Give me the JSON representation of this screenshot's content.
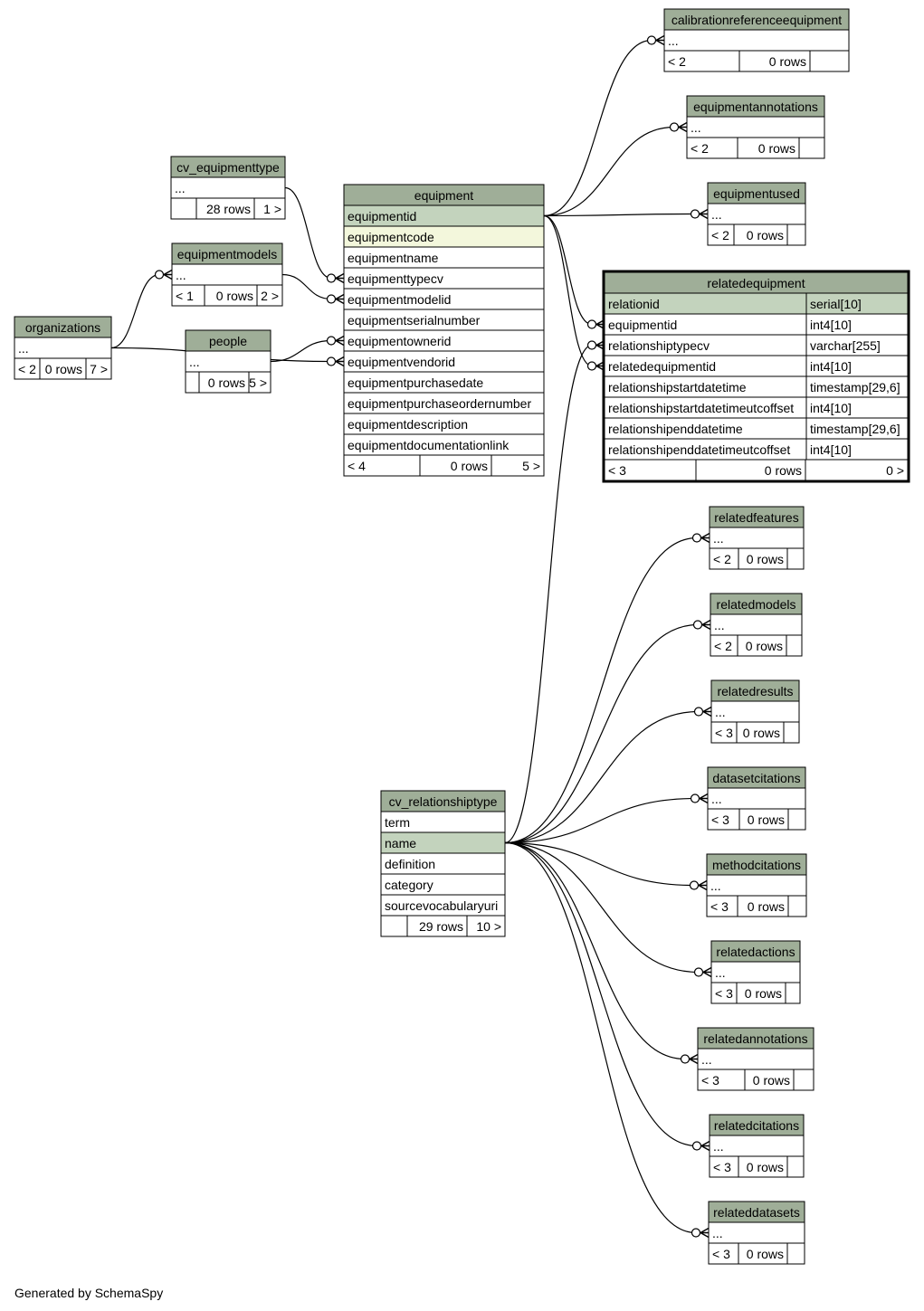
{
  "colors": {
    "header": "#9fae98",
    "key_row": "#c3d3bd",
    "index_row": "#f3f7dc",
    "border": "#000000",
    "background": "#ffffff"
  },
  "footer": "Generated by SchemaSpy",
  "tables": {
    "calibrationreferenceequipment": {
      "name": "calibrationreferenceequipment",
      "columns": [
        {
          "name": "...",
          "type": ""
        }
      ],
      "footer": {
        "left": "< 2",
        "rows": "0 rows",
        "right": ""
      }
    },
    "equipmentannotations": {
      "name": "equipmentannotations",
      "columns": [
        {
          "name": "...",
          "type": ""
        }
      ],
      "footer": {
        "left": "< 2",
        "rows": "0 rows",
        "right": ""
      }
    },
    "equipmentused": {
      "name": "equipmentused",
      "columns": [
        {
          "name": "...",
          "type": ""
        }
      ],
      "footer": {
        "left": "< 2",
        "rows": "0 rows",
        "right": ""
      }
    },
    "cv_equipmenttype": {
      "name": "cv_equipmenttype",
      "columns": [
        {
          "name": "...",
          "type": ""
        }
      ],
      "footer": {
        "left": "",
        "rows": "28 rows",
        "right": "1 >"
      }
    },
    "equipmentmodels": {
      "name": "equipmentmodels",
      "columns": [
        {
          "name": "...",
          "type": ""
        }
      ],
      "footer": {
        "left": "< 1",
        "rows": "0 rows",
        "right": "2 >"
      }
    },
    "organizations": {
      "name": "organizations",
      "columns": [
        {
          "name": "...",
          "type": ""
        }
      ],
      "footer": {
        "left": "< 2",
        "rows": "0 rows",
        "right": "7 >"
      }
    },
    "people": {
      "name": "people",
      "columns": [
        {
          "name": "...",
          "type": ""
        }
      ],
      "footer": {
        "left": "",
        "rows": "0 rows",
        "right": "5 >"
      }
    },
    "equipment": {
      "name": "equipment",
      "columns": [
        {
          "name": "equipmentid",
          "type": "",
          "style": "key"
        },
        {
          "name": "equipmentcode",
          "type": "",
          "style": "index"
        },
        {
          "name": "equipmentname",
          "type": ""
        },
        {
          "name": "equipmenttypecv",
          "type": ""
        },
        {
          "name": "equipmentmodelid",
          "type": ""
        },
        {
          "name": "equipmentserialnumber",
          "type": ""
        },
        {
          "name": "equipmentownerid",
          "type": ""
        },
        {
          "name": "equipmentvendorid",
          "type": ""
        },
        {
          "name": "equipmentpurchasedate",
          "type": ""
        },
        {
          "name": "equipmentpurchaseordernumber",
          "type": ""
        },
        {
          "name": "equipmentdescription",
          "type": ""
        },
        {
          "name": "equipmentdocumentationlink",
          "type": ""
        }
      ],
      "footer": {
        "left": "< 4",
        "rows": "0 rows",
        "right": "5 >"
      }
    },
    "relatedequipment": {
      "name": "relatedequipment",
      "columns": [
        {
          "name": "relationid",
          "type": "serial[10]",
          "style": "key"
        },
        {
          "name": "equipmentid",
          "type": "int4[10]"
        },
        {
          "name": "relationshiptypecv",
          "type": "varchar[255]"
        },
        {
          "name": "relatedequipmentid",
          "type": "int4[10]"
        },
        {
          "name": "relationshipstartdatetime",
          "type": "timestamp[29,6]"
        },
        {
          "name": "relationshipstartdatetimeutcoffset",
          "type": "int4[10]"
        },
        {
          "name": "relationshipenddatetime",
          "type": "timestamp[29,6]"
        },
        {
          "name": "relationshipenddatetimeutcoffset",
          "type": "int4[10]"
        }
      ],
      "footer": {
        "left": "< 3",
        "rows": "0 rows",
        "right": "0 >"
      }
    },
    "relatedfeatures": {
      "name": "relatedfeatures",
      "columns": [
        {
          "name": "...",
          "type": ""
        }
      ],
      "footer": {
        "left": "< 2",
        "rows": "0 rows",
        "right": ""
      }
    },
    "relatedmodels": {
      "name": "relatedmodels",
      "columns": [
        {
          "name": "...",
          "type": ""
        }
      ],
      "footer": {
        "left": "< 2",
        "rows": "0 rows",
        "right": ""
      }
    },
    "relatedresults": {
      "name": "relatedresults",
      "columns": [
        {
          "name": "...",
          "type": ""
        }
      ],
      "footer": {
        "left": "< 3",
        "rows": "0 rows",
        "right": ""
      }
    },
    "datasetcitations": {
      "name": "datasetcitations",
      "columns": [
        {
          "name": "...",
          "type": ""
        }
      ],
      "footer": {
        "left": "< 3",
        "rows": "0 rows",
        "right": ""
      }
    },
    "methodcitations": {
      "name": "methodcitations",
      "columns": [
        {
          "name": "...",
          "type": ""
        }
      ],
      "footer": {
        "left": "< 3",
        "rows": "0 rows",
        "right": ""
      }
    },
    "relatedactions": {
      "name": "relatedactions",
      "columns": [
        {
          "name": "...",
          "type": ""
        }
      ],
      "footer": {
        "left": "< 3",
        "rows": "0 rows",
        "right": ""
      }
    },
    "relatedannotations": {
      "name": "relatedannotations",
      "columns": [
        {
          "name": "...",
          "type": ""
        }
      ],
      "footer": {
        "left": "< 3",
        "rows": "0 rows",
        "right": ""
      }
    },
    "relatedcitations": {
      "name": "relatedcitations",
      "columns": [
        {
          "name": "...",
          "type": ""
        }
      ],
      "footer": {
        "left": "< 3",
        "rows": "0 rows",
        "right": ""
      }
    },
    "relateddatasets": {
      "name": "relateddatasets",
      "columns": [
        {
          "name": "...",
          "type": ""
        }
      ],
      "footer": {
        "left": "< 3",
        "rows": "0 rows",
        "right": ""
      }
    },
    "cv_relationshiptype": {
      "name": "cv_relationshiptype",
      "columns": [
        {
          "name": "term",
          "type": ""
        },
        {
          "name": "name",
          "type": "",
          "style": "key"
        },
        {
          "name": "definition",
          "type": ""
        },
        {
          "name": "category",
          "type": ""
        },
        {
          "name": "sourcevocabularyuri",
          "type": ""
        }
      ],
      "footer": {
        "left": "",
        "rows": "29 rows",
        "right": "10 >"
      }
    }
  },
  "relationships": [
    {
      "from": "equipment.equipmentid",
      "to": "calibrationreferenceequipment"
    },
    {
      "from": "equipment.equipmentid",
      "to": "equipmentannotations"
    },
    {
      "from": "equipment.equipmentid",
      "to": "equipmentused"
    },
    {
      "from": "equipment.equipmentid",
      "to": "relatedequipment.equipmentid"
    },
    {
      "from": "equipment.equipmentid",
      "to": "relatedequipment.relatedequipmentid"
    },
    {
      "from": "cv_equipmenttype",
      "to": "equipment.equipmenttypecv"
    },
    {
      "from": "equipmentmodels",
      "to": "equipment.equipmentmodelid"
    },
    {
      "from": "people",
      "to": "equipment.equipmentownerid"
    },
    {
      "from": "organizations",
      "to": "equipment.equipmentvendorid"
    },
    {
      "from": "organizations",
      "to": "equipmentmodels"
    },
    {
      "from": "cv_relationshiptype.name",
      "to": "relatedequipment.relationshiptypecv"
    },
    {
      "from": "cv_relationshiptype.name",
      "to": "relatedfeatures"
    },
    {
      "from": "cv_relationshiptype.name",
      "to": "relatedmodels"
    },
    {
      "from": "cv_relationshiptype.name",
      "to": "relatedresults"
    },
    {
      "from": "cv_relationshiptype.name",
      "to": "datasetcitations"
    },
    {
      "from": "cv_relationshiptype.name",
      "to": "methodcitations"
    },
    {
      "from": "cv_relationshiptype.name",
      "to": "relatedactions"
    },
    {
      "from": "cv_relationshiptype.name",
      "to": "relatedannotations"
    },
    {
      "from": "cv_relationshiptype.name",
      "to": "relatedcitations"
    },
    {
      "from": "cv_relationshiptype.name",
      "to": "relateddatasets"
    }
  ]
}
